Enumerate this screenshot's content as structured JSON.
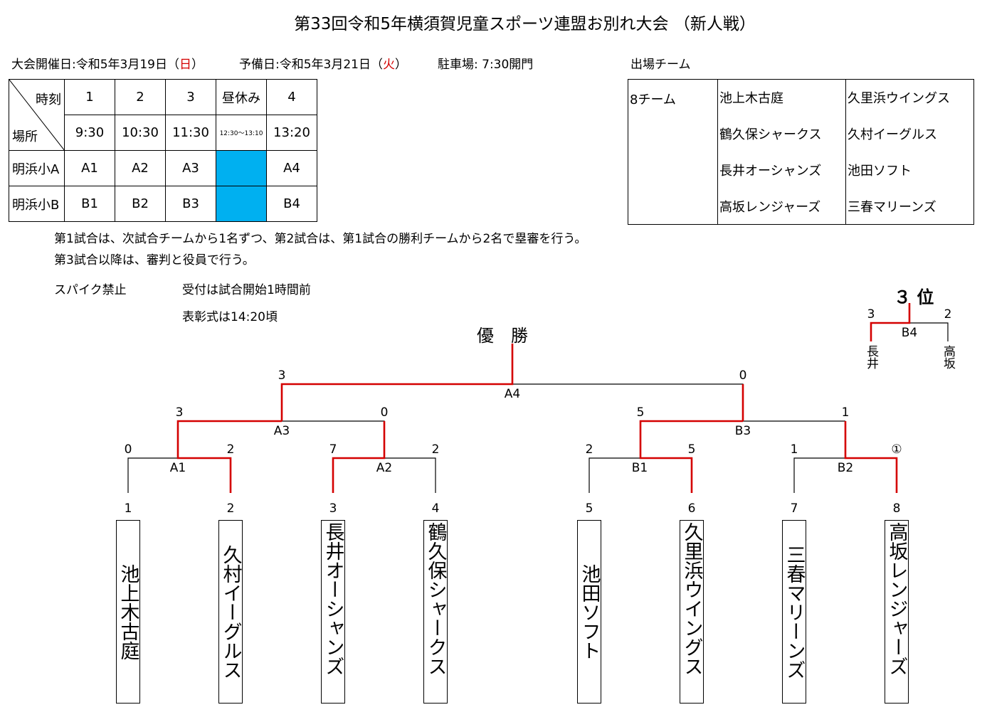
{
  "title": "第33回令和5年横須賀児童スポーツ連盟お別れ大会 （新人戦）",
  "info": {
    "date_prefix": "大会開催日:令和5年3月19日（",
    "date_day": "日",
    "date_suffix": "）",
    "reserve_prefix": "予備日:令和5年3月21日（",
    "reserve_day": "火",
    "reserve_suffix": "）",
    "parking": "駐車場: 7:30開門",
    "teams_heading": "出場チーム"
  },
  "colors": {
    "accent": "#d40000",
    "lunch_cell": "#00b0f0"
  },
  "schedule": {
    "header_time": "時刻",
    "header_place": "場所",
    "rounds": [
      "1",
      "2",
      "3",
      "昼休み",
      "4"
    ],
    "times": [
      "9:30",
      "10:30",
      "11:30",
      "12:30〜13:10",
      "13:20"
    ],
    "rows": [
      {
        "place": "明浜小A",
        "games": [
          "A1",
          "A2",
          "A3",
          "",
          "A4"
        ]
      },
      {
        "place": "明浜小B",
        "games": [
          "B1",
          "B2",
          "B3",
          "",
          "B4"
        ]
      }
    ]
  },
  "teams_table": {
    "count": "8チーム",
    "col1": [
      "池上木古庭",
      "鶴久保シャークス",
      "長井オーシャンズ",
      "高坂レンジャーズ"
    ],
    "col2": [
      "久里浜ウイングス",
      "久村イーグルス",
      "池田ソフト",
      "三春マリーンズ"
    ]
  },
  "notes": {
    "line1": "第1試合は、次試合チームから1名ずつ、第2試合は、第1試合の勝利チームから2名で塁審を行う。",
    "line2": "第3試合以降は、審判と役員で行う。",
    "spike": "スパイク禁止",
    "reception": "受付は試合開始1時間前",
    "ceremony": "表彰式は14:20頃"
  },
  "bracket": {
    "final_label": "優　勝",
    "third_label": "３ 位",
    "seeds": [
      "1",
      "2",
      "3",
      "4",
      "5",
      "6",
      "7",
      "8"
    ],
    "teams": [
      "池上木古庭",
      "久村イーグルス",
      "長井オーシャンズ",
      "鶴久保シャークス",
      "池田ソフト",
      "久里浜ウイングス",
      "三春マリーンズ",
      "高坂レンジャーズ"
    ],
    "matches": {
      "A1": {
        "label": "A1",
        "left": "0",
        "right": "2"
      },
      "A2": {
        "label": "A2",
        "left": "7",
        "right": "2"
      },
      "B1": {
        "label": "B1",
        "left": "2",
        "right": "5"
      },
      "B2": {
        "label": "B2",
        "left": "1",
        "right": "①"
      },
      "A3": {
        "label": "A3",
        "left": "3",
        "right": "0"
      },
      "B3": {
        "label": "B3",
        "left": "5",
        "right": "1"
      },
      "A4": {
        "label": "A4",
        "left": "3",
        "right": "0"
      },
      "B4": {
        "label": "B4",
        "left": "3",
        "right": "2",
        "team_left": "長井",
        "team_right": "高坂"
      }
    }
  }
}
